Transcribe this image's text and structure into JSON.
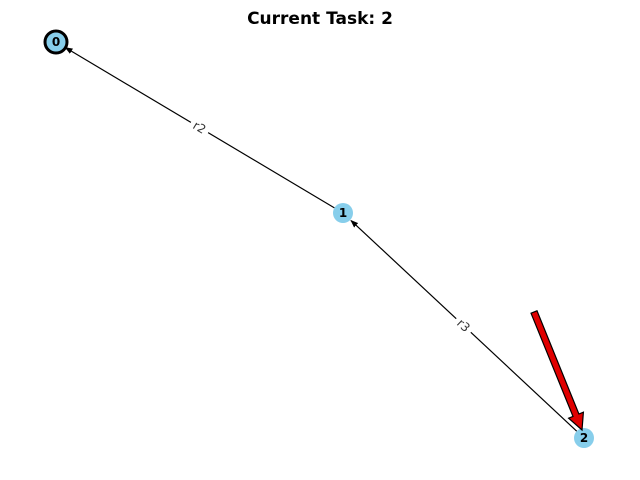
{
  "title": "Current Task: 2",
  "colors": {
    "node_fill": "#87CEEB",
    "node_stroke_current": "#000000",
    "edge": "#000000",
    "pointer_fill": "#E00000",
    "pointer_stroke": "#000000",
    "background": "#FFFFFF"
  },
  "graph": {
    "nodes": [
      {
        "id": "0",
        "label": "0",
        "highlighted": true
      },
      {
        "id": "1",
        "label": "1",
        "highlighted": false
      },
      {
        "id": "2",
        "label": "2",
        "highlighted": false
      }
    ],
    "edges": [
      {
        "from": "1",
        "to": "0",
        "label": "r2"
      },
      {
        "from": "2",
        "to": "1",
        "label": "r3"
      }
    ],
    "current_task": "2"
  }
}
